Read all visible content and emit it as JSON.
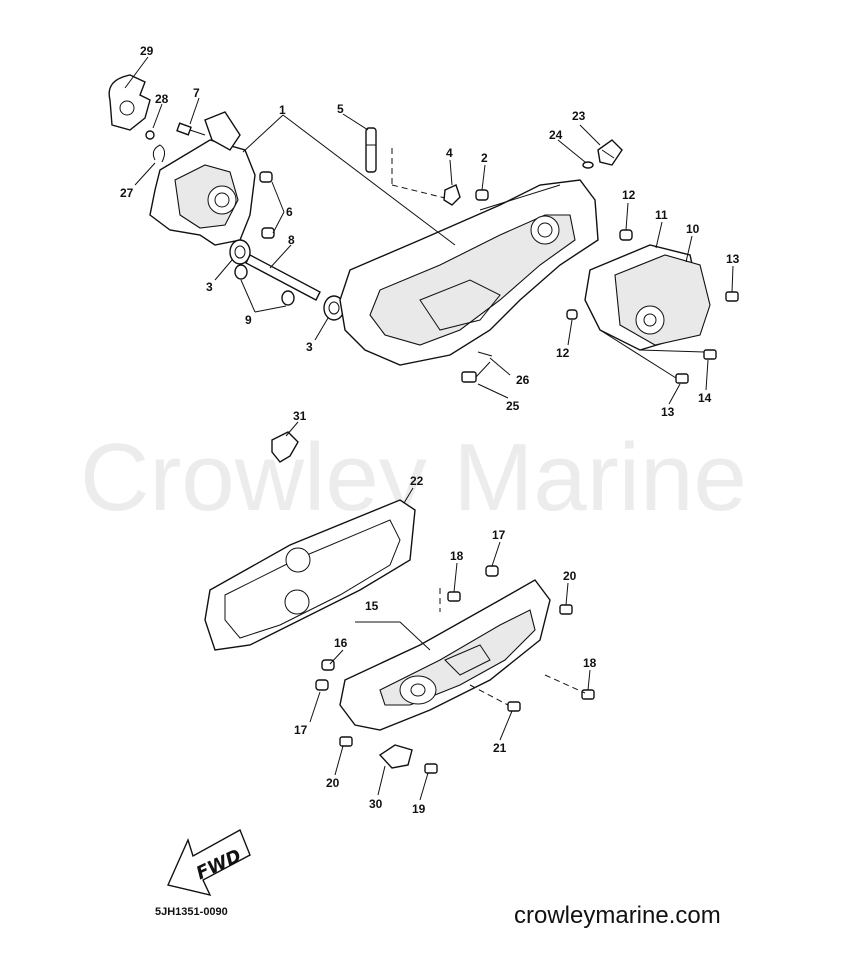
{
  "watermark": "Crowley Marine",
  "footer_url": "crowleymarine.com",
  "diagram_code": "5JH1351-0090",
  "arrow_label": "FWD",
  "callouts": {
    "c29": "29",
    "c28": "28",
    "c7": "7",
    "c27": "27",
    "c1": "1",
    "c5": "5",
    "c4": "4",
    "c2": "2",
    "c23": "23",
    "c24": "24",
    "c6": "6",
    "c8": "8",
    "c3a": "3",
    "c9": "9",
    "c3b": "3",
    "c12a": "12",
    "c11": "11",
    "c10": "10",
    "c13a": "13",
    "c12b": "12",
    "c26": "26",
    "c25": "25",
    "c13b": "13",
    "c14": "14",
    "c31": "31",
    "c22": "22",
    "c17a": "17",
    "c18a": "18",
    "c20a": "20",
    "c15": "15",
    "c16": "16",
    "c18b": "18",
    "c17b": "17",
    "c21": "21",
    "c20b": "20",
    "c30": "30",
    "c19": "19"
  }
}
